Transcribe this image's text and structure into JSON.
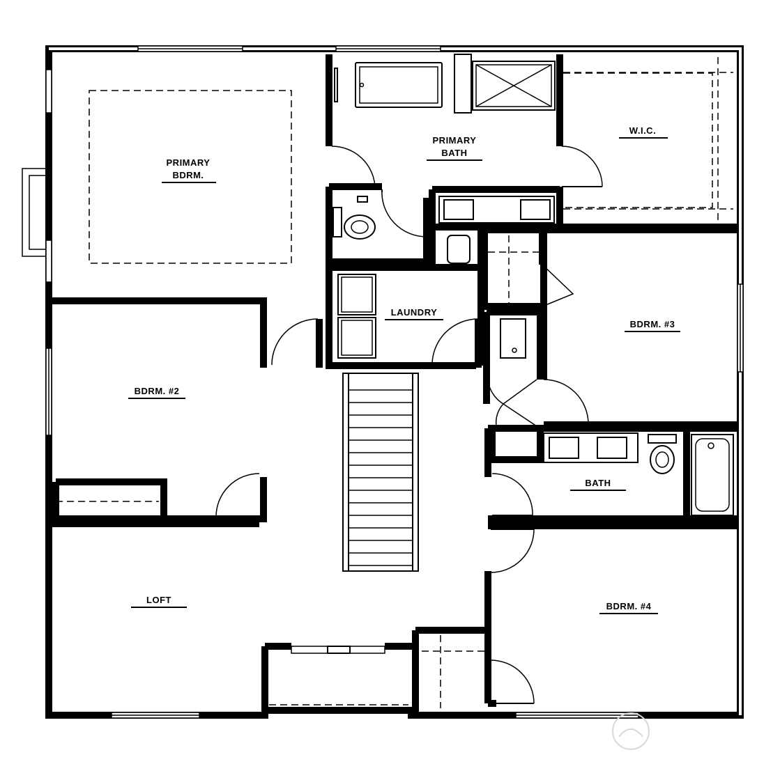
{
  "rooms": {
    "primary_bdrm": [
      "PRIMARY",
      "BDRM."
    ],
    "primary_bath": [
      "PRIMARY",
      "BATH"
    ],
    "wic": "W.I.C.",
    "laundry": "LAUNDRY",
    "bdrm3": "BDRM. #3",
    "bdrm2": "BDRM. #2",
    "bath": "BATH",
    "loft": "LOFT",
    "bdrm4": "BDRM. #4"
  }
}
